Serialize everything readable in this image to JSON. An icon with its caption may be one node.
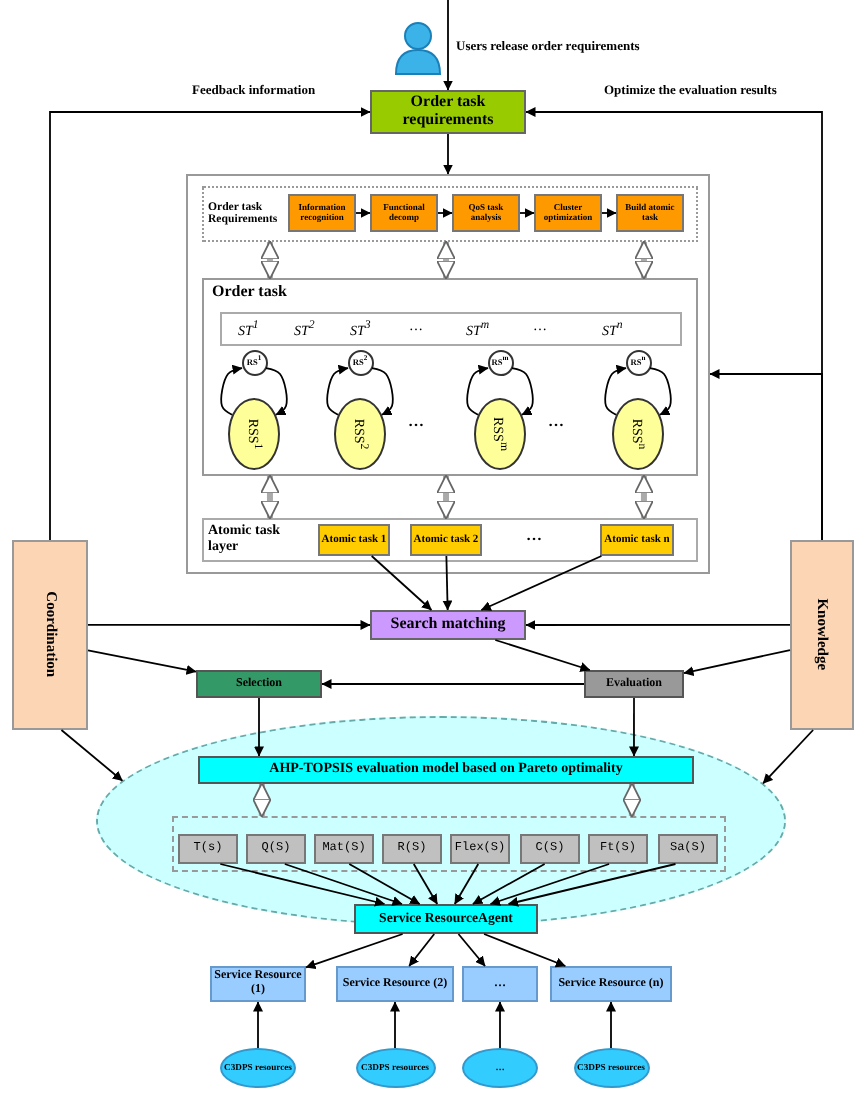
{
  "diagram": {
    "nodes": [
      {
        "text": [],
        "shape": "person"
      },
      {
        "text": [
          "Order task requirements"
        ]
      },
      {
        "text": [],
        "shape": "box"
      },
      {
        "text": [
          "Order task Requirements"
        ],
        "in": 2
      },
      {
        "text": [
          "Information recognition"
        ],
        "in": 3
      },
      {
        "text": [
          "Functional decomp"
        ],
        "in": 3
      },
      {
        "text": [
          "QoS task analysis"
        ],
        "in": 3
      },
      {
        "text": [
          "Cluster optimization"
        ],
        "in": 3
      },
      {
        "text": [
          "Build atomic task"
        ],
        "in": 3
      },
      {
        "text": [
          "Order task"
        ],
        "in": 2
      },
      {
        "text": [
          "ST$^{1}$",
          "ST$^{2}$",
          "ST$^{3}$",
          "…",
          "ST$^{m}$",
          "…",
          "ST$^{n}$"
        ],
        "in": 9
      },
      {
        "text": [
          "RS$^{1}$"
        ],
        "in": 9
      },
      {
        "text": [
          "RS$^{2}$"
        ],
        "in": 9
      },
      {
        "text": [
          "RS$^{m}$"
        ],
        "in": 9
      },
      {
        "text": [
          "RS$^{n}$"
        ],
        "in": 9
      },
      {
        "text": [
          "RSS$^{1}$"
        ],
        "in": 9
      },
      {
        "text": [
          "RSS$^{2}$"
        ],
        "in": 9
      },
      {
        "text": [
          "RSS$^{m}$"
        ],
        "in": 9
      },
      {
        "text": [
          "RSS$^{n}$"
        ],
        "in": 9
      },
      {
        "text": [
          "Atomic task layer"
        ],
        "in": 2
      },
      {
        "text": [
          "Atomic task 1"
        ],
        "in": 19
      },
      {
        "text": [
          "Atomic task 2"
        ],
        "in": 19
      },
      {
        "text": [
          "Atomic task n"
        ],
        "in": 19
      },
      {
        "text": [
          "Search matching"
        ]
      },
      {
        "text": [
          "Selection"
        ]
      },
      {
        "text": [
          "Evaluation"
        ]
      },
      {
        "text": [
          "Coordination"
        ]
      },
      {
        "text": [
          "Knowledge"
        ]
      },
      {
        "text": [],
        "shape": "ellipse"
      },
      {
        "text": [
          "AHP-TOPSIS evaluation model based on Pareto optimality"
        ],
        "in": 28
      },
      {
        "text": [],
        "shape": "box",
        "in": 28
      },
      {
        "text": [
          "T(s)"
        ],
        "in": 30
      },
      {
        "text": [
          "Q(S)"
        ],
        "in": 30
      },
      {
        "text": [
          "Mat(S)"
        ],
        "in": 30
      },
      {
        "text": [
          "R(S)"
        ],
        "in": 30
      },
      {
        "text": [
          "Flex(S)"
        ],
        "in": 30
      },
      {
        "text": [
          "C(S)"
        ],
        "in": 30
      },
      {
        "text": [
          "Ft(S)"
        ],
        "in": 30
      },
      {
        "text": [
          "Sa(S)"
        ],
        "in": 30
      },
      {
        "text": [
          "Service ResourceAgent"
        ]
      },
      {
        "text": [
          "Service Resource (1)"
        ]
      },
      {
        "text": [
          "Service Resource (2)"
        ]
      },
      {
        "text": [
          "…"
        ]
      },
      {
        "text": [
          "Service Resource (n)"
        ]
      },
      {
        "text": [
          "C3DPS resources"
        ]
      },
      {
        "text": [
          "C3DPS resources"
        ]
      },
      {
        "text": [
          "…"
        ]
      },
      {
        "text": [
          "C3DPS resources"
        ]
      }
    ],
    "edges": [
      {
        "from": null,
        "to": 1,
        "arrow": "to",
        "label": "Users release order requirements"
      },
      {
        "from": 1,
        "to": 2,
        "arrow": "to"
      },
      {
        "from": 26,
        "to": 1,
        "arrow": "to",
        "label": "Feedback information"
      },
      {
        "from": 27,
        "to": 1,
        "arrow": "to",
        "label": "Optimize the evaluation results"
      },
      {
        "from": 27,
        "to": 2,
        "arrow": "to"
      },
      {
        "from": 4,
        "to": 5,
        "arrow": "to"
      },
      {
        "from": 5,
        "to": 6,
        "arrow": "to"
      },
      {
        "from": 6,
        "to": 7,
        "arrow": "to"
      },
      {
        "from": 7,
        "to": 8,
        "arrow": "to"
      },
      {
        "from": 3,
        "to": 9,
        "arrow": "both",
        "style": "thick",
        "color": "#aaaaaa"
      },
      {
        "from": 3,
        "to": 9,
        "arrow": "both",
        "style": "thick",
        "color": "#aaaaaa"
      },
      {
        "from": 3,
        "to": 9,
        "arrow": "both",
        "style": "thick",
        "color": "#aaaaaa"
      },
      {
        "from": 15,
        "to": 11,
        "arrow": "to"
      },
      {
        "from": 11,
        "to": 15,
        "arrow": "to"
      },
      {
        "from": 16,
        "to": 12,
        "arrow": "to"
      },
      {
        "from": 12,
        "to": 16,
        "arrow": "to"
      },
      {
        "from": 17,
        "to": 13,
        "arrow": "to"
      },
      {
        "from": 13,
        "to": 17,
        "arrow": "to"
      },
      {
        "from": 18,
        "to": 14,
        "arrow": "to"
      },
      {
        "from": 14,
        "to": 18,
        "arrow": "to"
      },
      {
        "from": 9,
        "to": 19,
        "arrow": "both",
        "style": "thick",
        "color": "#aaaaaa"
      },
      {
        "from": 9,
        "to": 19,
        "arrow": "both",
        "style": "thick",
        "color": "#aaaaaa"
      },
      {
        "from": 9,
        "to": 19,
        "arrow": "both",
        "style": "thick",
        "color": "#aaaaaa"
      },
      {
        "from": 20,
        "to": 23,
        "arrow": "to"
      },
      {
        "from": 21,
        "to": 23,
        "arrow": "to"
      },
      {
        "from": 22,
        "to": 23,
        "arrow": "to"
      },
      {
        "from": 26,
        "to": 23,
        "arrow": "to"
      },
      {
        "from": 27,
        "to": 23,
        "arrow": "to"
      },
      {
        "from": 23,
        "to": 25,
        "arrow": "to"
      },
      {
        "from": 26,
        "to": 24,
        "arrow": "to"
      },
      {
        "from": 27,
        "to": 25,
        "arrow": "to"
      },
      {
        "from": 25,
        "to": 24,
        "arrow": "to"
      },
      {
        "from": 24,
        "to": 29,
        "arrow": "to"
      },
      {
        "from": 25,
        "to": 29,
        "arrow": "to"
      },
      {
        "from": 29,
        "to": 30,
        "arrow": "both",
        "style": "thick",
        "color": "#aaaaaa"
      },
      {
        "from": 29,
        "to": 30,
        "arrow": "both",
        "style": "thick",
        "color": "#aaaaaa"
      },
      {
        "from": 26,
        "to": 28,
        "arrow": "to"
      },
      {
        "from": 27,
        "to": 28,
        "arrow": "to"
      },
      {
        "from": 31,
        "to": 39,
        "arrow": "to"
      },
      {
        "from": 32,
        "to": 39,
        "arrow": "to"
      },
      {
        "from": 33,
        "to": 39,
        "arrow": "to"
      },
      {
        "from": 34,
        "to": 39,
        "arrow": "to"
      },
      {
        "from": 35,
        "to": 39,
        "arrow": "to"
      },
      {
        "from": 36,
        "to": 39,
        "arrow": "to"
      },
      {
        "from": 37,
        "to": 39,
        "arrow": "to"
      },
      {
        "from": 38,
        "to": 39,
        "arrow": "to"
      },
      {
        "from": 39,
        "to": 40,
        "arrow": "to"
      },
      {
        "from": 39,
        "to": 41,
        "arrow": "to"
      },
      {
        "from": 39,
        "to": 42,
        "arrow": "to"
      },
      {
        "from": 39,
        "to": 43,
        "arrow": "to"
      },
      {
        "from": 44,
        "to": 40,
        "arrow": "to"
      },
      {
        "from": 45,
        "to": 41,
        "arrow": "to"
      },
      {
        "from": 46,
        "to": 42,
        "arrow": "to"
      },
      {
        "from": 47,
        "to": 43,
        "arrow": "to"
      }
    ],
    "labels": [
      "…",
      "…",
      "…"
    ]
  }
}
